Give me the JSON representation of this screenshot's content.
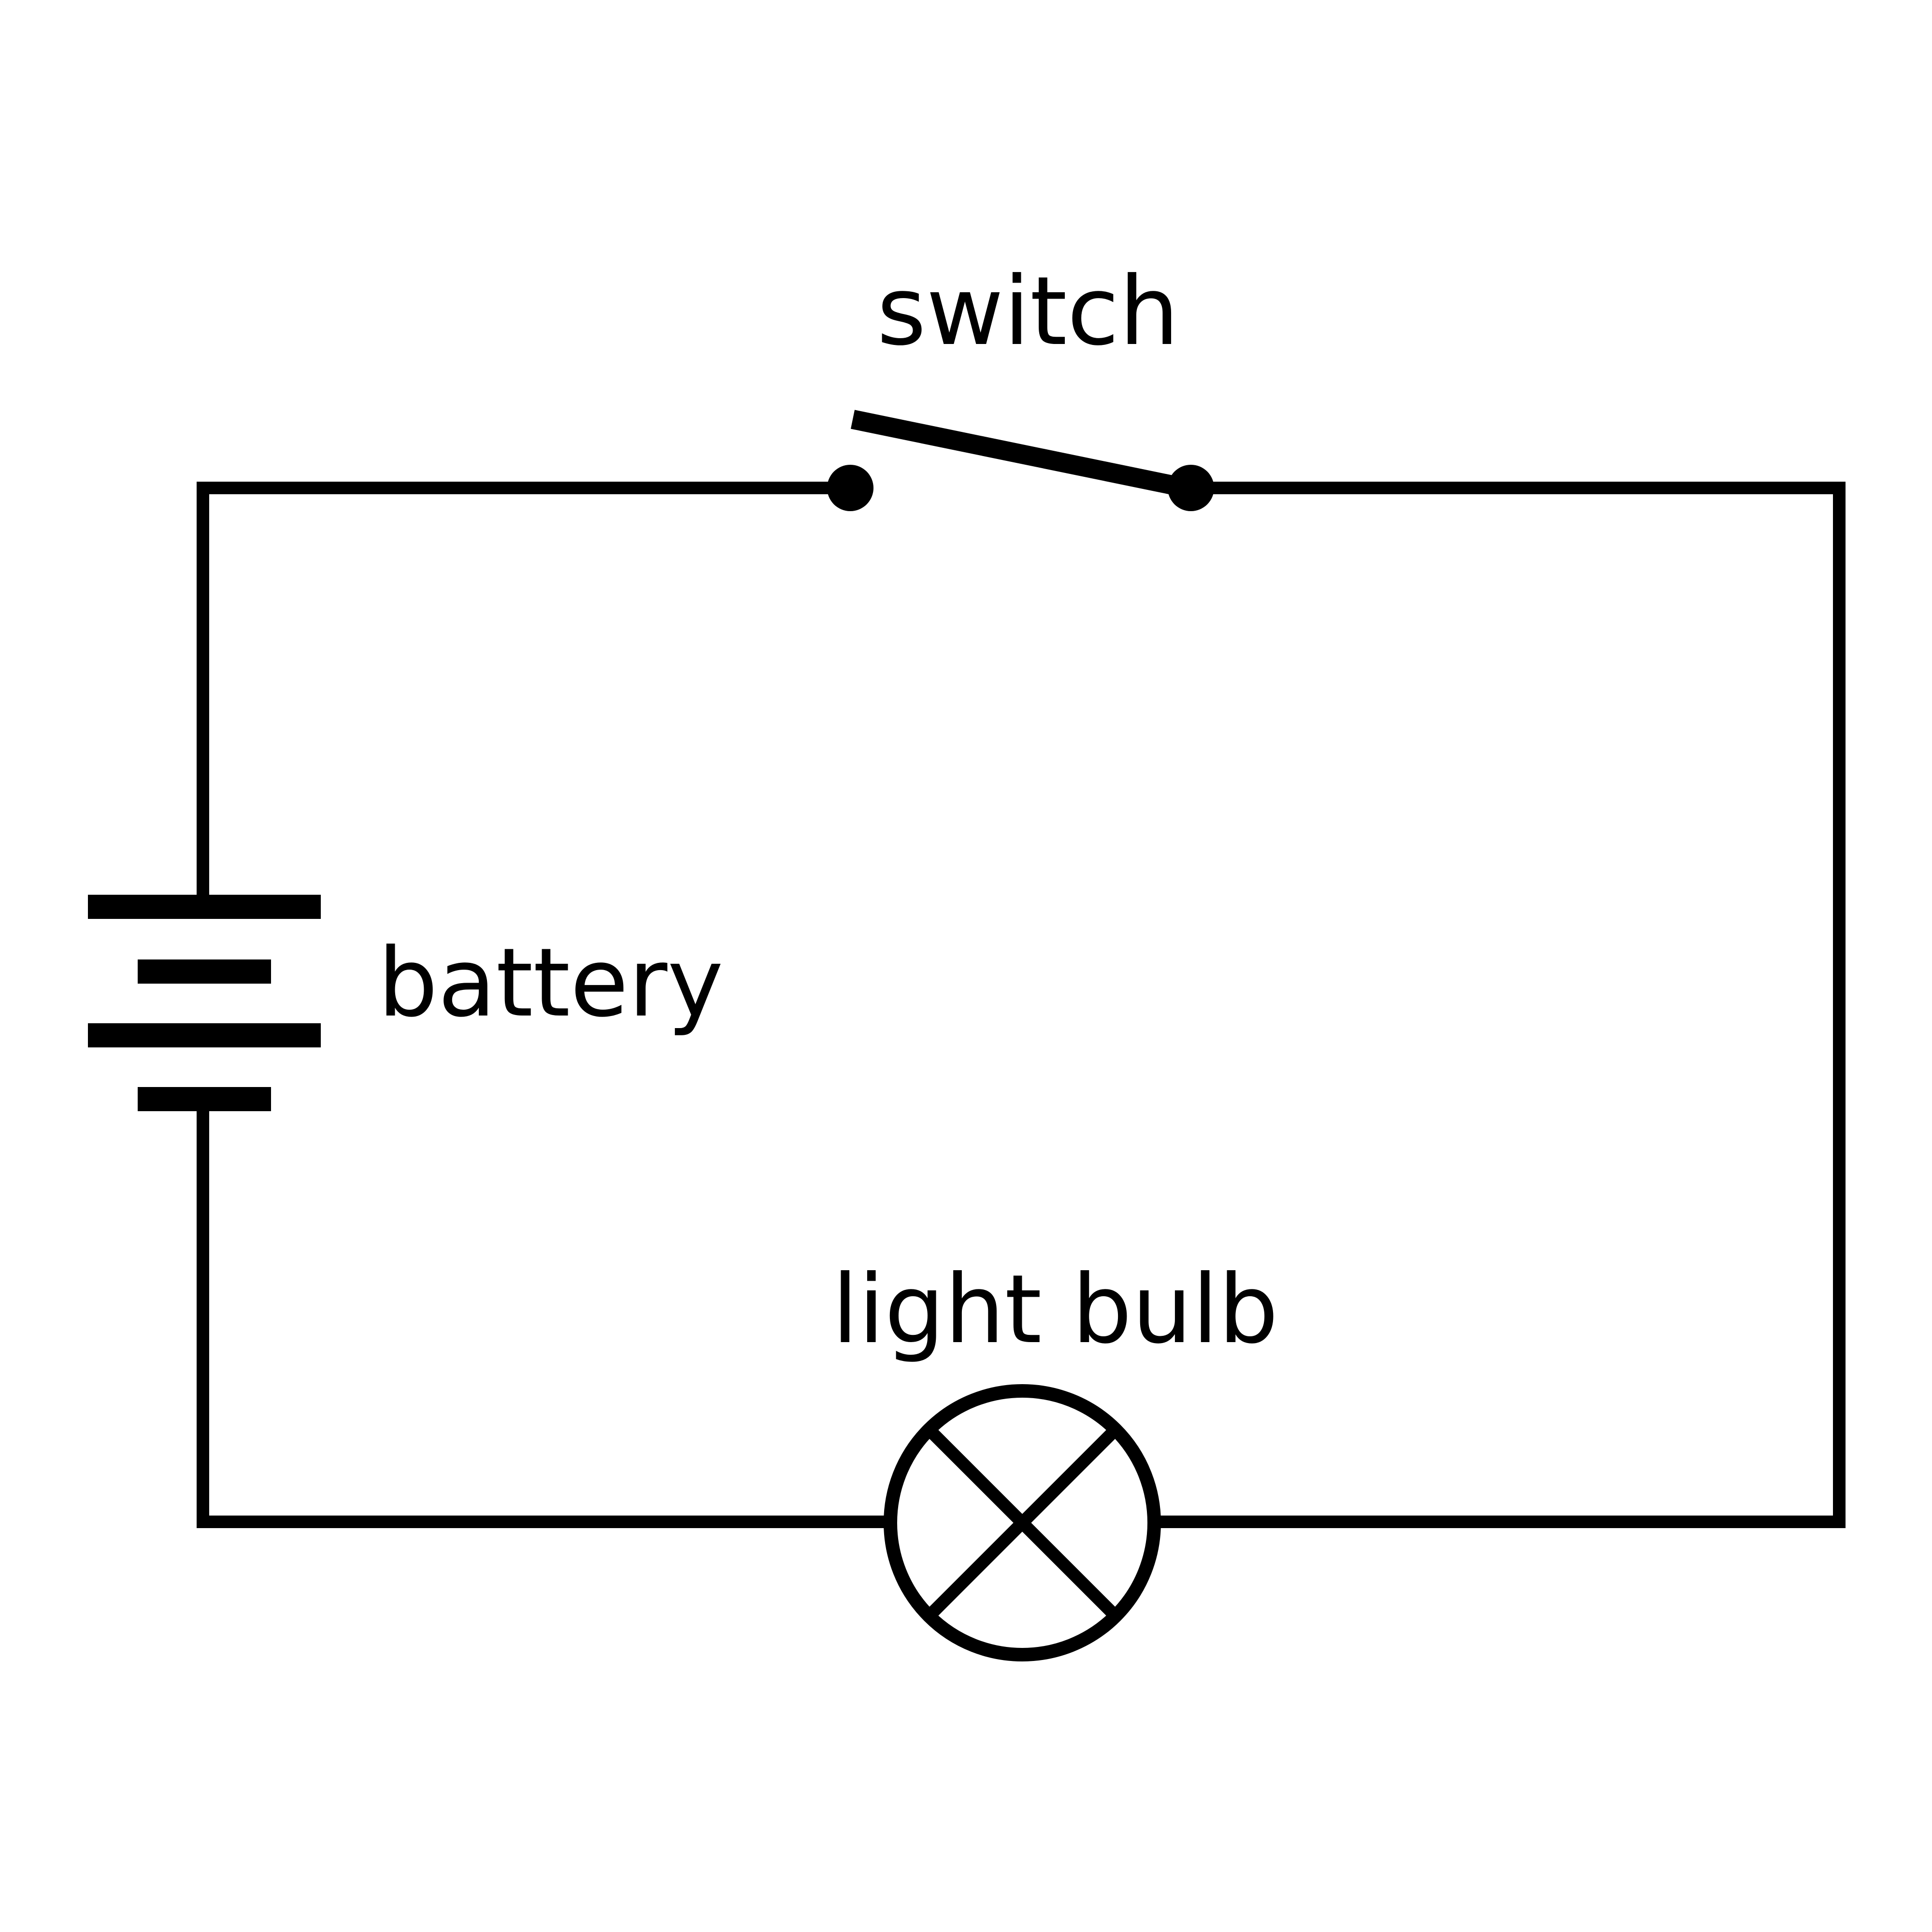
{
  "colors": {
    "background": "#ffffff",
    "ink": "#000000"
  },
  "labels": {
    "switch": "switch",
    "battery": "battery",
    "light_bulb": "light bulb"
  }
}
